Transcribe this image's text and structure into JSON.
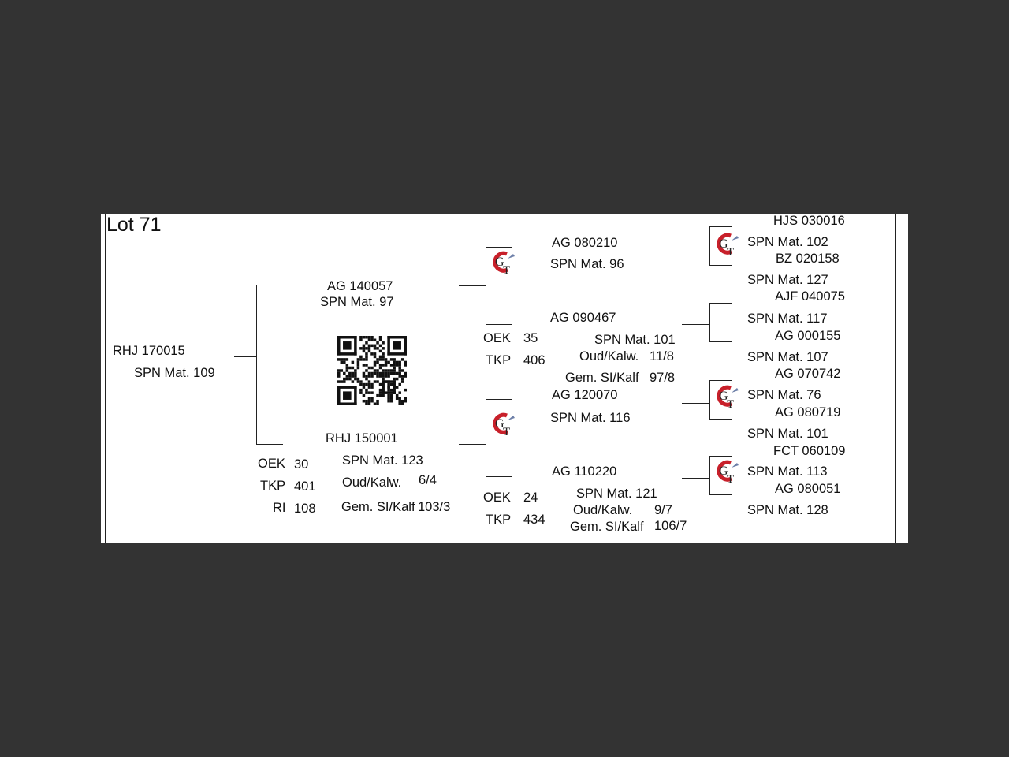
{
  "lot": "Lot 71",
  "subject": {
    "id": "RHJ 170015",
    "spn": "SPN Mat. 109"
  },
  "sire": {
    "id": "AG  140057",
    "spn": "SPN Mat. 97"
  },
  "dam": {
    "id": "RHJ 150001",
    "spn": "SPN Mat. 123",
    "oek_label": "OEK",
    "oek": "30",
    "tkp_label": "TKP",
    "tkp": "401",
    "ri_label": "RI",
    "ri": "108",
    "oud_label": "Oud/Kalw.",
    "oud": "6/4",
    "gem_label": "Gem. SI/Kalf",
    "gem": "103/3"
  },
  "ss": {
    "id": "AG  080210",
    "spn": "SPN Mat. 96"
  },
  "sd": {
    "id": "AG  090467",
    "spn": "SPN Mat. 101",
    "oek_label": "OEK",
    "oek": "35",
    "tkp_label": "TKP",
    "tkp": "406",
    "oud_label": "Oud/Kalw.",
    "oud": "11/8",
    "gem_label": "Gem. SI/Kalf",
    "gem": "97/8"
  },
  "ds": {
    "id": "AG  120070",
    "spn": "SPN Mat. 116"
  },
  "dd": {
    "id": "AG  110220",
    "spn": "SPN Mat. 121",
    "oek_label": "OEK",
    "oek": "24",
    "tkp_label": "TKP",
    "tkp": "434",
    "oud_label": "Oud/Kalw.",
    "oud": "9/7",
    "gem_label": "Gem. SI/Kalf",
    "gem": "106/7"
  },
  "ggp": [
    {
      "id": "HJS 030016",
      "spn": "SPN Mat. 102"
    },
    {
      "id": "BZ  020158",
      "spn": "SPN Mat. 127"
    },
    {
      "id": "AJF 040075",
      "spn": "SPN Mat. 117"
    },
    {
      "id": "AG  000155",
      "spn": "SPN Mat. 107"
    },
    {
      "id": "AG  070742",
      "spn": "SPN Mat. 76"
    },
    {
      "id": "AG  080719",
      "spn": "SPN Mat. 101"
    },
    {
      "id": "FCT 060109",
      "spn": "SPN Mat. 113"
    },
    {
      "id": "AG  080051",
      "spn": "SPN Mat. 128"
    }
  ],
  "logo": {
    "icon": "gt-logo-icon",
    "text_g": "G",
    "text_t": "T",
    "color": "#c8202a"
  },
  "qr": {
    "icon": "qr-code-icon"
  },
  "colors": {
    "background": "#333333",
    "paper": "#ffffff",
    "ink": "#111111"
  }
}
